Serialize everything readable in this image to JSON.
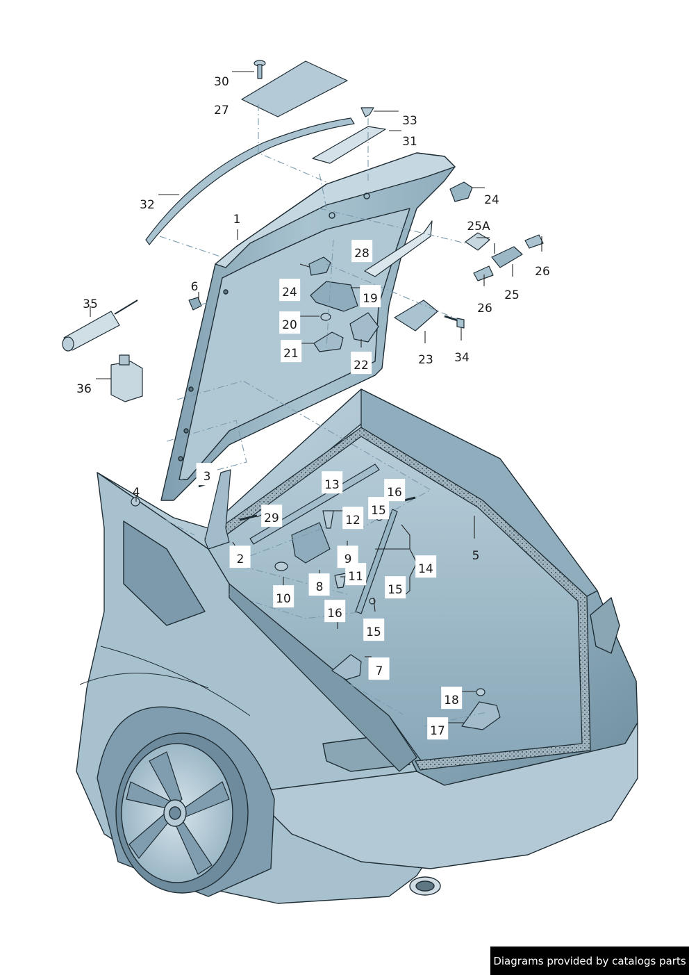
{
  "diagram": {
    "colors": {
      "body": "#9ab7c6",
      "body_light": "#c4d7e1",
      "body_dark": "#6f8fa0",
      "outline": "#1f2d35",
      "seal": "#7d8f99",
      "leader": "#222222",
      "dash": "#7a9aad"
    },
    "callouts": [
      {
        "id": "c30",
        "label": "30"
      },
      {
        "id": "c27",
        "label": "27"
      },
      {
        "id": "c33",
        "label": "33"
      },
      {
        "id": "c31",
        "label": "31"
      },
      {
        "id": "c32",
        "label": "32"
      },
      {
        "id": "c24a",
        "label": "24"
      },
      {
        "id": "c1",
        "label": "1"
      },
      {
        "id": "c25A",
        "label": "25A"
      },
      {
        "id": "c28",
        "label": "28"
      },
      {
        "id": "c26a",
        "label": "26"
      },
      {
        "id": "c24b",
        "label": "24"
      },
      {
        "id": "c6",
        "label": "6"
      },
      {
        "id": "c19",
        "label": "19"
      },
      {
        "id": "c25",
        "label": "25"
      },
      {
        "id": "c35",
        "label": "35"
      },
      {
        "id": "c26b",
        "label": "26"
      },
      {
        "id": "c20",
        "label": "20"
      },
      {
        "id": "c21",
        "label": "21"
      },
      {
        "id": "c22",
        "label": "22"
      },
      {
        "id": "c23",
        "label": "23"
      },
      {
        "id": "c34",
        "label": "34"
      },
      {
        "id": "c36",
        "label": "36"
      },
      {
        "id": "c3",
        "label": "3"
      },
      {
        "id": "c13",
        "label": "13"
      },
      {
        "id": "c4",
        "label": "4"
      },
      {
        "id": "c16a",
        "label": "16"
      },
      {
        "id": "c29",
        "label": "29"
      },
      {
        "id": "c15a",
        "label": "15"
      },
      {
        "id": "c12",
        "label": "12"
      },
      {
        "id": "c5",
        "label": "5"
      },
      {
        "id": "c2",
        "label": "2"
      },
      {
        "id": "c9",
        "label": "9"
      },
      {
        "id": "c14",
        "label": "14"
      },
      {
        "id": "c11",
        "label": "11"
      },
      {
        "id": "c10",
        "label": "10"
      },
      {
        "id": "c8",
        "label": "8"
      },
      {
        "id": "c15b",
        "label": "15"
      },
      {
        "id": "c16b",
        "label": "16"
      },
      {
        "id": "c15c",
        "label": "15"
      },
      {
        "id": "c7",
        "label": "7"
      },
      {
        "id": "c18",
        "label": "18"
      },
      {
        "id": "c17",
        "label": "17"
      }
    ]
  },
  "footer": {
    "credit": "Diagrams provided by catalogs parts"
  }
}
